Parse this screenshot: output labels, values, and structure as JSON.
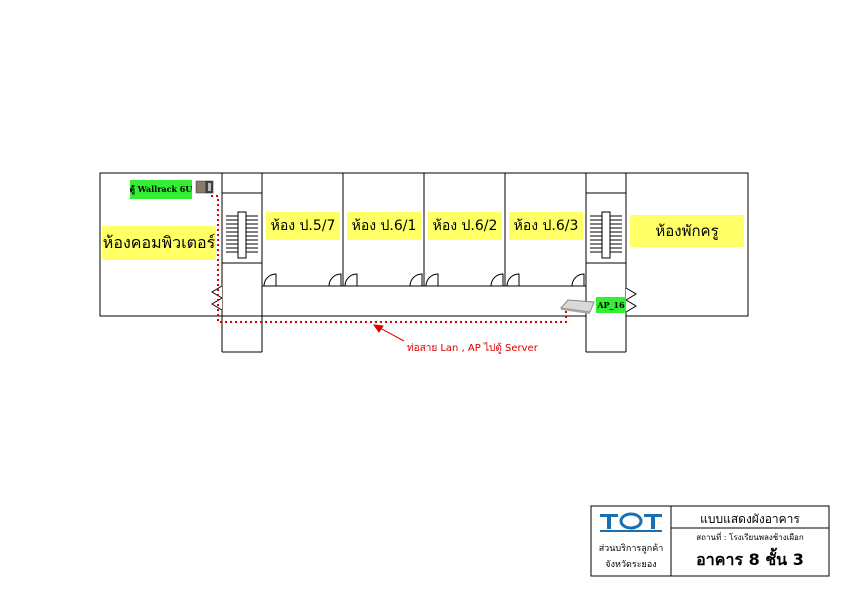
{
  "rooms": {
    "computer_room": "ห้องคอมพิวเตอร์",
    "p57": "ห้อง ป.5/7",
    "p61": "ห้อง ป.6/1",
    "p62": "ห้อง ป.6/2",
    "p63": "ห้อง ป.6/3",
    "teacher_room": "ห้องพักครู"
  },
  "devices": {
    "wallrack": "ตู้ Wallrack 6U",
    "ap": "AP_16"
  },
  "annotation": "ท่อสาย Lan , AP ไปตู้ Server",
  "title_block": {
    "logo": "TOT",
    "dept_line1": "ส่วนบริการลูกค้า",
    "dept_line2": "จังหวัดระยอง",
    "title": "แบบแสดงผังอาคาร",
    "location": "สถานที่ : โรงเรียนพลงช้างเผือก",
    "building": "อาคาร 8 ชั้น 3"
  },
  "colors": {
    "room_label_bg": "#ffff66",
    "device_tag_bg": "#33ee33",
    "cable": "#dd0000",
    "logo": "#1a6fb0"
  }
}
